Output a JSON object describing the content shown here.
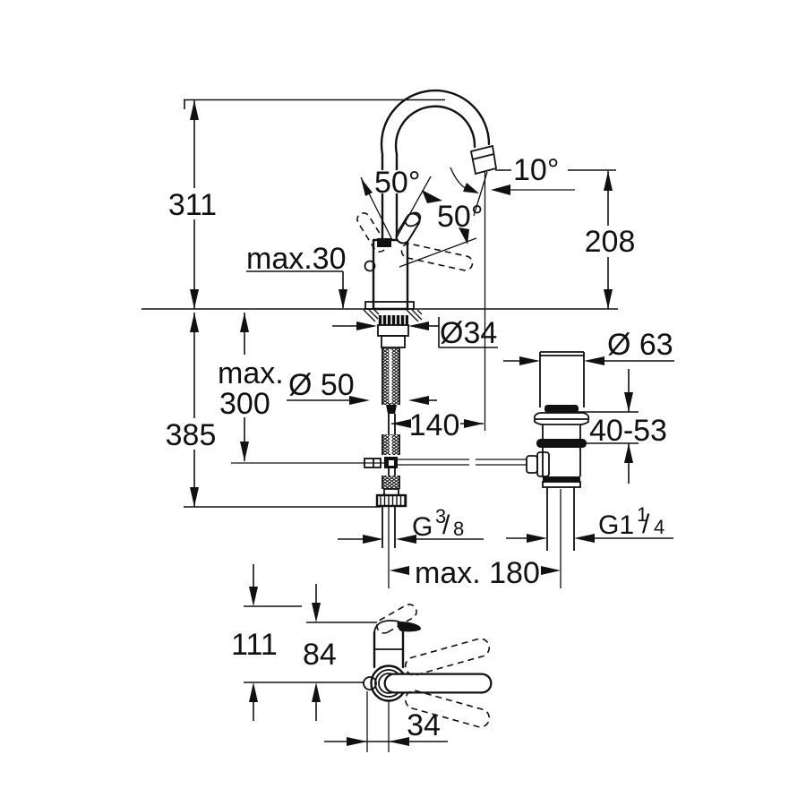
{
  "drawing": {
    "type": "technical-dimension-drawing",
    "subject": "single-lever basin mixer with pop-up waste",
    "units": "mm",
    "labels": {
      "total_height": "311",
      "deck_thickness": "max.30",
      "handle_swivel_left": "50°",
      "handle_swivel_right": "50°",
      "spout_angle": "10°",
      "spout_outlet_height": "208",
      "shank_diameter": "Ø34",
      "base_diameter": "Ø 50",
      "hose_max_word": "max.",
      "hose_max_value": "300",
      "below_deck_depth": "385",
      "spout_projection": "140",
      "waste_flange_diameter": "Ø 63",
      "deck_range": "40-53",
      "supply_thread_prefix": "G",
      "supply_thread_numerator": "3",
      "supply_thread_slash": "/",
      "supply_thread_denominator": "8",
      "waste_thread_prefix": "G1",
      "waste_thread_numerator": "1",
      "waste_thread_slash": "/",
      "waste_thread_denominator": "4",
      "center_distance": "max. 180",
      "side_total_height": "111",
      "side_body_height": "84",
      "handle_offset": "34"
    }
  }
}
